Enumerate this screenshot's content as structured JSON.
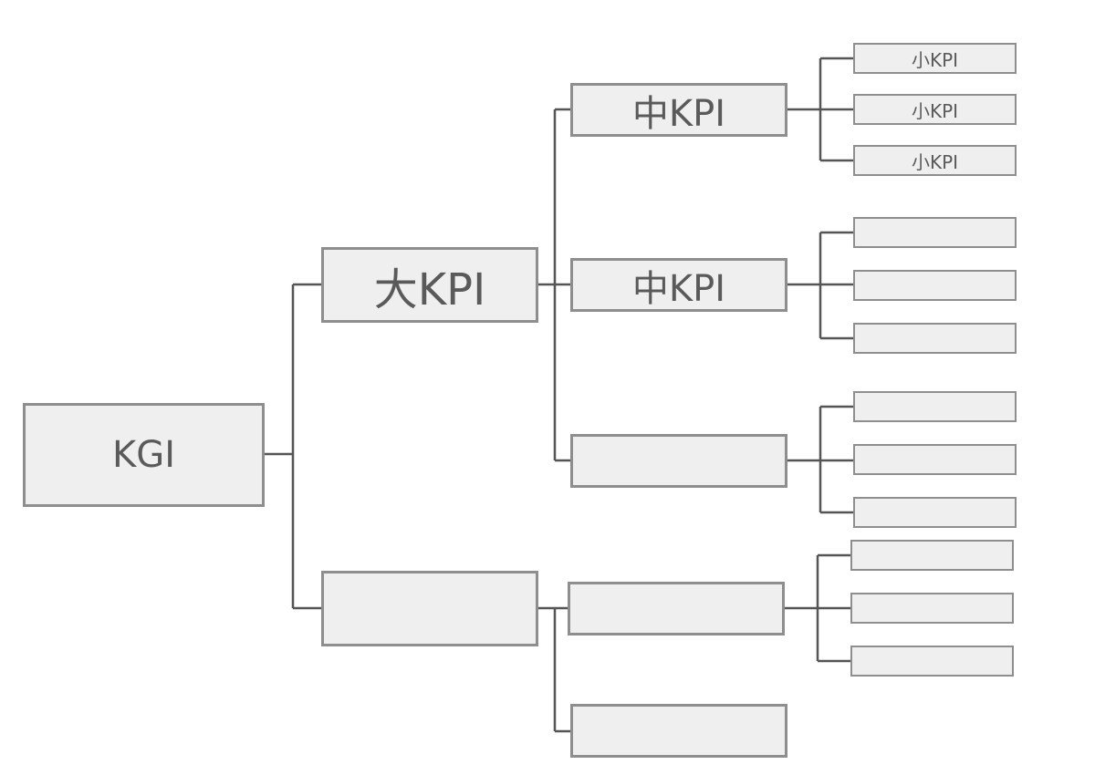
{
  "diagram": {
    "root": {
      "label": "KGI"
    },
    "large": [
      {
        "label": "大KPI"
      },
      {
        "label": ""
      }
    ],
    "medium": [
      {
        "label": "中KPI"
      },
      {
        "label": "中KPI"
      },
      {
        "label": ""
      },
      {
        "label": ""
      },
      {
        "label": ""
      }
    ],
    "small": [
      {
        "label": "小KPI"
      },
      {
        "label": "小KPI"
      },
      {
        "label": "小KPI"
      },
      {
        "label": ""
      },
      {
        "label": ""
      },
      {
        "label": ""
      },
      {
        "label": ""
      },
      {
        "label": ""
      },
      {
        "label": ""
      },
      {
        "label": ""
      },
      {
        "label": ""
      },
      {
        "label": ""
      }
    ],
    "colors": {
      "box_fill": "#efefef",
      "box_border": "#8e8e8e",
      "connector": "#555555",
      "text": "#5a5a5a"
    }
  }
}
